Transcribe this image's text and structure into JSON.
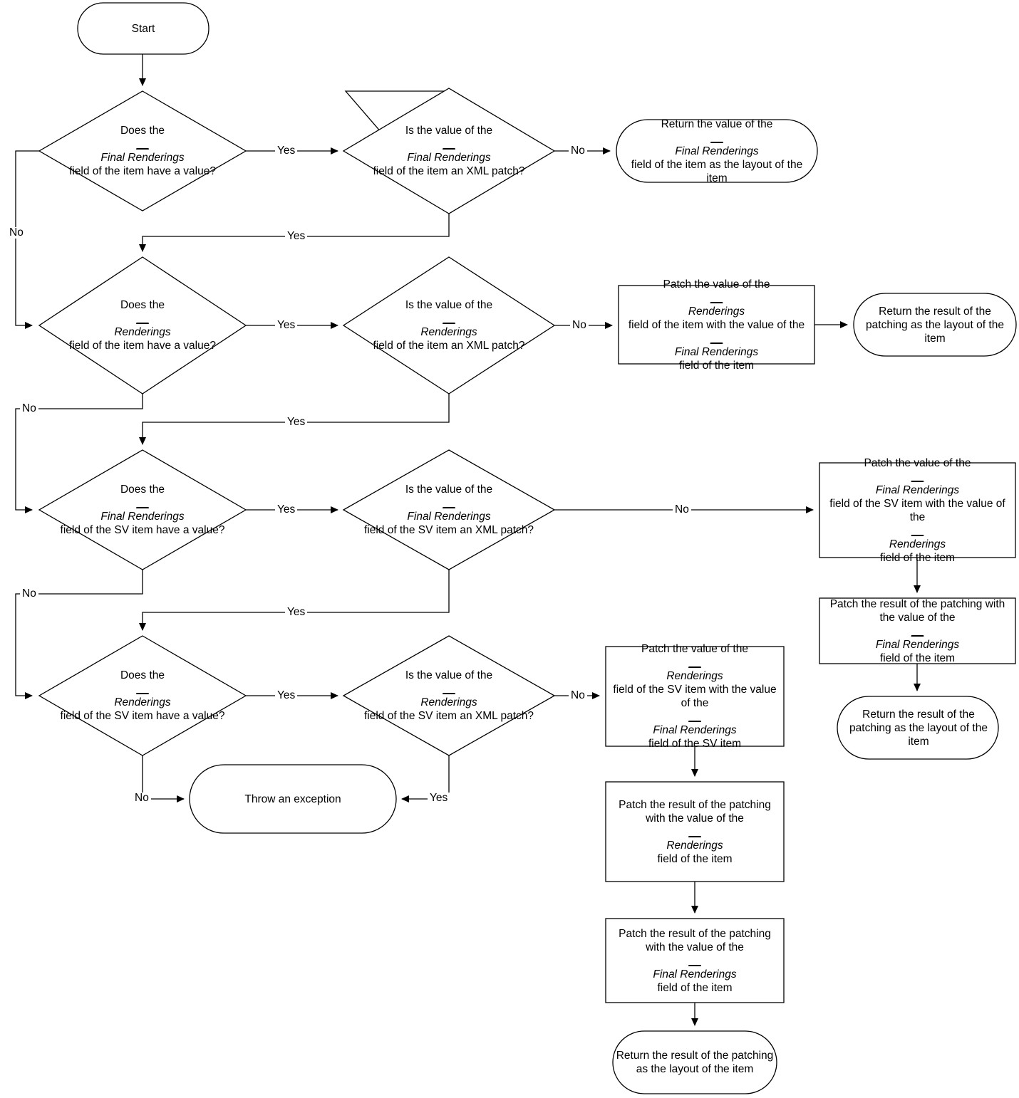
{
  "diagram": {
    "title": "Layout resolution flowchart",
    "stroke_color": "#000000",
    "fill_color": "#ffffff",
    "text_color": "#000000"
  },
  "nodes": {
    "start": {
      "label": "Start",
      "shape": "terminator"
    },
    "d1": {
      "label": "Does the __Final Renderings field of the item have a value?",
      "shape": "decision"
    },
    "d2": {
      "label": "Is the value of the __Final Renderings field of the item an XML patch?",
      "shape": "decision"
    },
    "r1": {
      "label": "Return the value of the __Final Renderings field of the item as the layout of the item",
      "shape": "terminator"
    },
    "d3": {
      "label": "Does the __Renderings field of the item have a value?",
      "shape": "decision"
    },
    "d4": {
      "label": "Is the value of the __Renderings field of the item an XML patch?",
      "shape": "decision"
    },
    "p1": {
      "label": "Patch the value of the __Renderings field of the item with the value of the __Final Renderings field of the item",
      "shape": "process"
    },
    "r2": {
      "label": "Return the result of the patching as the layout of the item",
      "shape": "terminator"
    },
    "d5": {
      "label": "Does the __Final Renderings field of the SV item have a value?",
      "shape": "decision"
    },
    "d6": {
      "label": "Is the value of the __Final Renderings field of the SV item an XML patch?",
      "shape": "decision"
    },
    "p2": {
      "label": "Patch the value of the __Final Renderings field of the SV item with the value of the __Renderings field of the item",
      "shape": "process"
    },
    "p3": {
      "label": "Patch the result of the patching with the value of the __Final Renderings field of the item",
      "shape": "process"
    },
    "r3": {
      "label": "Return the result of the patching as the layout of the item",
      "shape": "terminator"
    },
    "d7": {
      "label": "Does the __Renderings field of the SV item have a value?",
      "shape": "decision"
    },
    "d8": {
      "label": "Is the value of the __Renderings field of the SV item an XML patch?",
      "shape": "decision"
    },
    "p4": {
      "label": "Patch the value of the __Renderings field of the SV item with the value of the __Final Renderings field of the SV item",
      "shape": "process"
    },
    "p5": {
      "label": "Patch the result of the patching with the value of the __Renderings field of the item",
      "shape": "process"
    },
    "p6": {
      "label": "Patch the result of the patching with the value of the __Final Renderings field of the item",
      "shape": "process"
    },
    "r4": {
      "label": "Return the result of the patching as the layout of the item",
      "shape": "terminator"
    },
    "ex": {
      "label": "Throw an exception",
      "shape": "terminator"
    }
  },
  "edge_labels": {
    "d1_yes": "Yes",
    "d1_no": "No",
    "d2_no": "No",
    "d2_yes": "Yes",
    "d3_yes": "Yes",
    "d3_no": "No",
    "d4_no": "No",
    "d4_yes": "Yes",
    "d5_yes": "Yes",
    "d5_no": "No",
    "d6_no": "No",
    "d6_yes": "Yes",
    "d7_yes": "Yes",
    "d7_no": "No",
    "d8_no": "No",
    "d8_yes": "Yes"
  }
}
